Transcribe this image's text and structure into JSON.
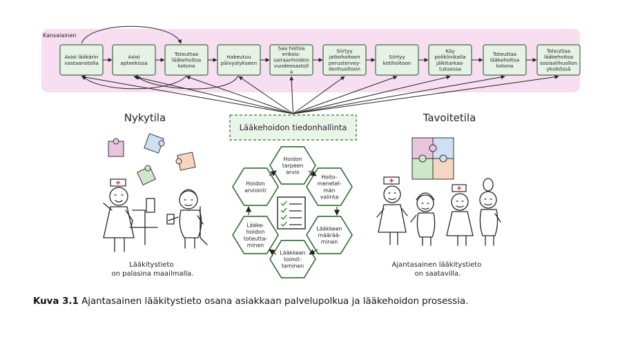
{
  "band_label": "Kansalainen",
  "journey_steps": [
    [
      "Asioi lääkärin",
      "vastaanotolla"
    ],
    [
      "Asioi",
      "apteekissa"
    ],
    [
      "Toteuttaa",
      "lääkehoitoa",
      "kotona"
    ],
    [
      "Hakeutuu",
      "päivystykseen"
    ],
    [
      "Saa hoitoa",
      "erikois-",
      "sairaanhoidon",
      "vuodeosastoll",
      "a"
    ],
    [
      "Siirtyy",
      "jatkohoitoon",
      "perustervey-",
      "denhuoltoon"
    ],
    [
      "Siirtyy",
      "kotihoitoon"
    ],
    [
      "Käy",
      "poliklinikalla",
      "jälkitarkas-",
      "tuksessa"
    ],
    [
      "Toteuttaa",
      "lääkehoitoa",
      "kotona"
    ],
    [
      "Toteuttaa",
      "lääkehoitoa",
      "sosiaalihuollon",
      "yksikössä"
    ]
  ],
  "hub_label": "Lääkehoidon tiedonhallinta",
  "current_state_title": "Nykytila",
  "current_state_note": [
    "Lääkitystieto",
    "on palasina maailmalla."
  ],
  "target_state_title": "Tavoitetila",
  "target_state_note": [
    "Ajantasainen lääkitystieto",
    "on saatavilla."
  ],
  "process_steps": [
    [
      "Hoidon",
      "tarpeen",
      "arvio"
    ],
    [
      "Hoito-",
      "menetel-",
      "män",
      "valinta"
    ],
    [
      "Lääkkeen",
      "määrää-",
      "minen"
    ],
    [
      "Lääkkeen",
      "toimit-",
      "taminen"
    ],
    [
      "Lääke-",
      "hoidon",
      "toteutta-",
      "minen"
    ],
    [
      "Hoidon",
      "arviointi"
    ]
  ],
  "caption_label": "Kuva 3.1",
  "caption_text": "Ajantasainen lääkitystieto osana asiakkaan palvelupolkua ja lääkehoidon prosessia.",
  "colors": {
    "band": "#f7dcef",
    "box_fill": "#e6f2e6",
    "box_stroke": "#3b6b3b",
    "hex_stroke": "#2f6a2f",
    "hub_fill": "#eaf5ea"
  }
}
